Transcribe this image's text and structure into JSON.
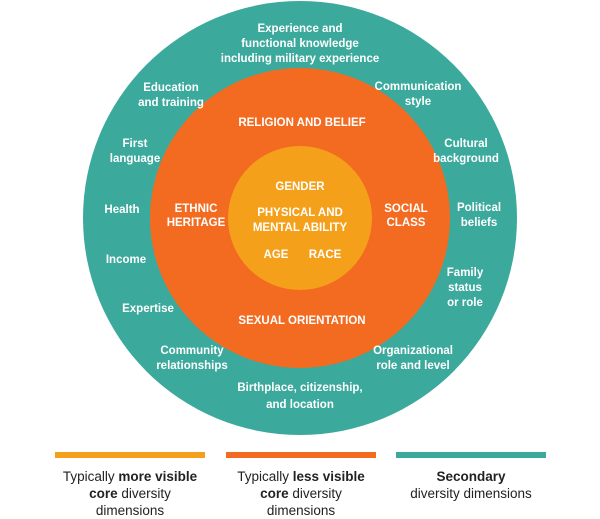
{
  "colors": {
    "outer": "#3ba99c",
    "middle": "#f36b21",
    "inner": "#f5a01a",
    "white": "#ffffff"
  },
  "inner_ring": {
    "gender": "GENDER",
    "physical_1": "PHYSICAL AND",
    "physical_2": "MENTAL ABILITY",
    "age": "AGE",
    "race": "RACE"
  },
  "middle_ring": {
    "religion": "RELIGION AND BELIEF",
    "ethnic_1": "ETHNIC",
    "ethnic_2": "HERITAGE",
    "social_1": "SOCIAL",
    "social_2": "CLASS",
    "sexual": "SEXUAL ORIENTATION"
  },
  "outer_ring": {
    "experience_1": "Experience and",
    "experience_2": "functional knowledge",
    "experience_3": "including military experience",
    "communication_1": "Communication",
    "communication_2": "style",
    "cultural_1": "Cultural",
    "cultural_2": "background",
    "political_1": "Political",
    "political_2": "beliefs",
    "family_1": "Family",
    "family_2": "status",
    "family_3": "or role",
    "organizational_1": "Organizational",
    "organizational_2": "role and level",
    "birthplace_1": "Birthplace, citizenship,",
    "birthplace_2": "and location",
    "community_1": "Community",
    "community_2": "relationships",
    "expertise": "Expertise",
    "income": "Income",
    "health": "Health",
    "first_language_1": "First",
    "first_language_2": "language",
    "education_1": "Education",
    "education_2": "and training"
  },
  "legend": {
    "visible": {
      "prefix": "Typically ",
      "bold": "more visible core",
      "suffix": " diversity",
      "line2": "dimensions"
    },
    "less_visible": {
      "prefix": "Typically ",
      "bold": "less visible core",
      "suffix": " diversity",
      "line2": "dimensions"
    },
    "secondary": {
      "bold": "Secondary",
      "line2": "diversity dimensions"
    }
  }
}
